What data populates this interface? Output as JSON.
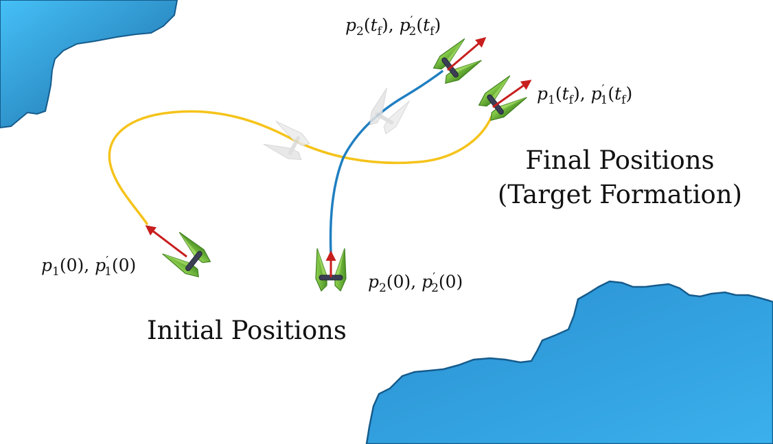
{
  "colors": {
    "water_light": "#3db6f3",
    "water_dark": "#1e6fa8",
    "water_edge": "#155b8c",
    "path_vehicle_1": "#f5c31a",
    "path_vehicle_2": "#1f7fc1",
    "vehicle_body": "#6fb83a",
    "vehicle_dark": "#3f7f1f",
    "heading_arrow": "#c81e1e",
    "vehicle_axle": "#3a3f55",
    "ghost_vehicle": "#d9d9d9"
  },
  "icons": {
    "vehicle": "vehicle-icon",
    "ghost_vehicle": "ghost-vehicle-icon",
    "heading_arrow": "heading-arrow-icon"
  },
  "labels": {
    "initial_heading": "Initial Positions",
    "final_heading_line1": "Final Positions",
    "final_heading_line2": "(Target Formation)",
    "p1_start": {
      "sym": "p",
      "sub": "1",
      "arg": "(0)",
      "sym2": "p",
      "sup2": "′",
      "sub2": "1",
      "arg2": "(0)",
      "sep": ", "
    },
    "p2_start": {
      "sym": "p",
      "sub": "2",
      "arg": "(0)",
      "sym2": "p",
      "sup2": "′",
      "sub2": "2",
      "arg2": "(0)",
      "sep": ", "
    },
    "p1_final": {
      "sym": "p",
      "sub": "1",
      "open": "(",
      "t": "t",
      "tsub": "f",
      "close": ")",
      "sym2": "p",
      "sup2": "′",
      "sub2": "1",
      "sep": ", "
    },
    "p2_final": {
      "sym": "p",
      "sub": "2",
      "open": "(",
      "t": "t",
      "tsub": "f",
      "close": ")",
      "sym2": "p",
      "sup2": "′",
      "sub2": "2",
      "sep": ", "
    }
  }
}
